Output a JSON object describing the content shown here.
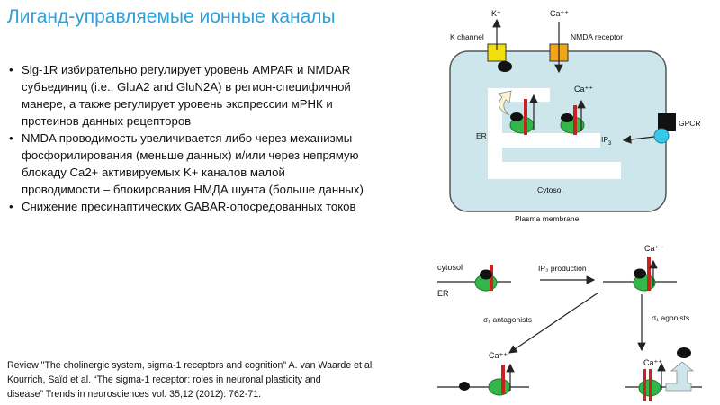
{
  "slide": {
    "title": "Лиганд-управляемые ионные каналы",
    "bullet_marker": "•",
    "bullets": [
      "Sig-1R избирательно регулирует уровень AMPAR и NMDAR субъединиц (i.e., GluA2 and GluN2A) в регион-специфичной манере, а также регулирует уровень экспрессии мРНК и протеинов данных рецепторов",
      "NMDA проводимость увеличивается либо через механизмы фосфорилирования (меньше данных) и/или через непрямую блокаду Ca2+ активируемых K+ каналов малой проводимости – блокирования НМДА шунта (больше данных)",
      "Снижение пресинаптических GABAR-опосредованных токов"
    ],
    "references": [
      "Review \"The cholinergic system, sigma-1 receptors and cognition\" A. van Waarde et al",
      "Kourrich, Saïd et al. “The sigma-1 receptor: roles in neuronal plasticity and",
      "disease” Trends in neurosciences vol. 35,12 (2012): 762-71."
    ]
  },
  "diagram_top": {
    "k_ion": "K⁺",
    "ca_ion": "Ca⁺⁺",
    "k_channel": "K channel",
    "nmda_receptor": "NMDA receptor",
    "ca_inner": "Ca⁺⁺",
    "er": "ER",
    "gpcr": "GPCR",
    "ip3": "IP",
    "ip3_sub": "3",
    "cytosol": "Cytosol",
    "plasma_membrane": "Plasma membrane"
  },
  "diagram_bottom": {
    "cytosol": "cytosol",
    "er": "ER",
    "ip3_production": "IP₃ production",
    "ca_top_right": "Ca⁺⁺",
    "antagonists": "σ₁ antagonists",
    "agonists": "σ₁ agonists",
    "ca_bottom_left": "Ca⁺⁺",
    "ca_bottom_right": "Ca⁺⁺"
  },
  "colors": {
    "title": "#2f9fd6",
    "cell_fill": "#cde6ec",
    "channel_yellow": "#f2df10",
    "channel_orange": "#f2a516",
    "receptor_green": "#33b74a",
    "receptor_red": "#c8231d",
    "ip3_cyan": "#38c8e8"
  }
}
